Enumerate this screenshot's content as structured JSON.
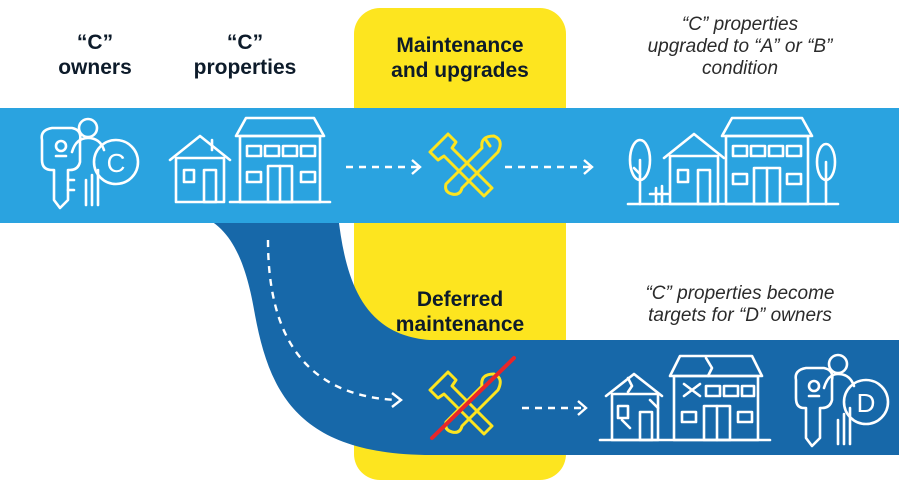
{
  "labels": {
    "c_owners": [
      "“C”",
      "owners"
    ],
    "c_properties": [
      "“C”",
      "properties"
    ],
    "maintenance": [
      "Maintenance",
      "and upgrades"
    ],
    "deferred": [
      "Deferred",
      "maintenance"
    ],
    "upgraded": [
      "“C” properties",
      "upgraded to “A” or “B”",
      "condition"
    ],
    "targets": [
      "“C” properties become",
      "targets for “D” owners"
    ]
  },
  "badges": {
    "top_owner": "C",
    "bottom_owner": "D"
  },
  "icons": {
    "top_key": "key-icon",
    "top_person": "person-icon",
    "tools_top": "wrench-screwdriver-icon",
    "tools_bottom": "crossed-out-tools-icon"
  },
  "colors": {
    "light_band": "#2aa3e0",
    "dark_band": "#1768a9",
    "yellow": "#fde51f",
    "icon_yellow": "#fde51f",
    "red_strike": "#e8262a",
    "white": "#ffffff"
  }
}
